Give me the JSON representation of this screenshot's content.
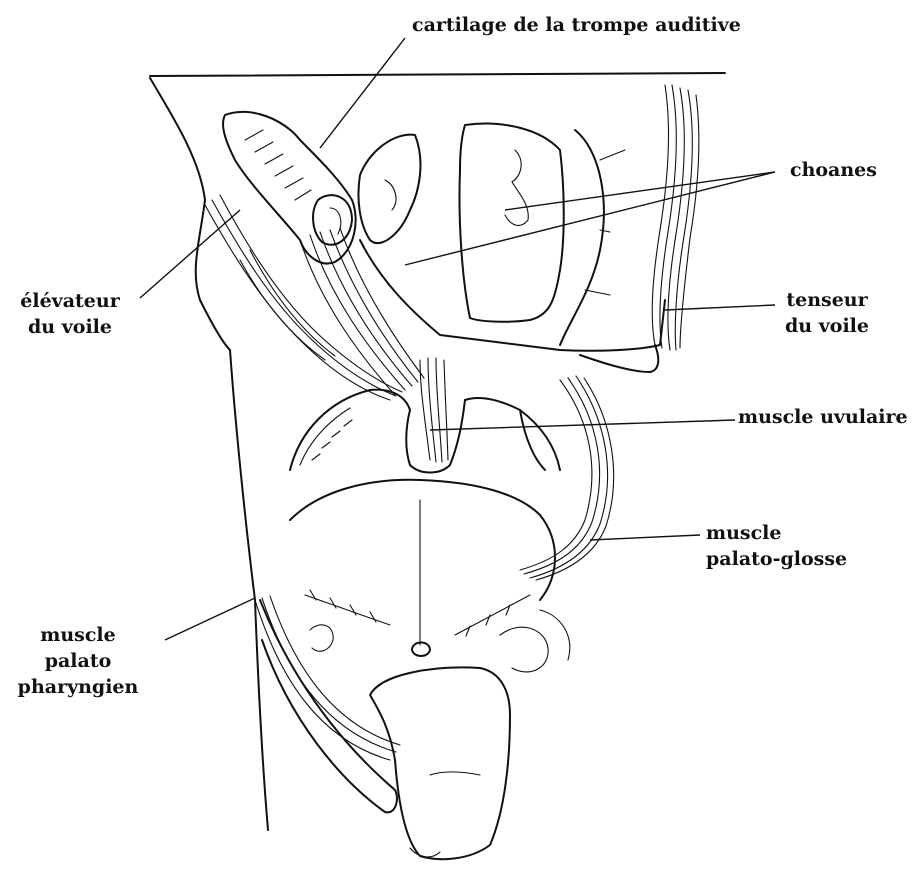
{
  "labels": {
    "cartilage": "cartilage de la trompe auditive",
    "choanes": "choanes",
    "elevateur_1": "élévateur",
    "elevateur_2": "du voile",
    "tenseur_1": "tenseur",
    "tenseur_2": "du voile",
    "uvulaire": "muscle uvulaire",
    "palatoglosse_1": "muscle",
    "palatoglosse_2": "palato-glosse",
    "palatopharyngien_1": "muscle",
    "palatopharyngien_2": "palato",
    "palatopharyngien_3": "pharyngien"
  }
}
